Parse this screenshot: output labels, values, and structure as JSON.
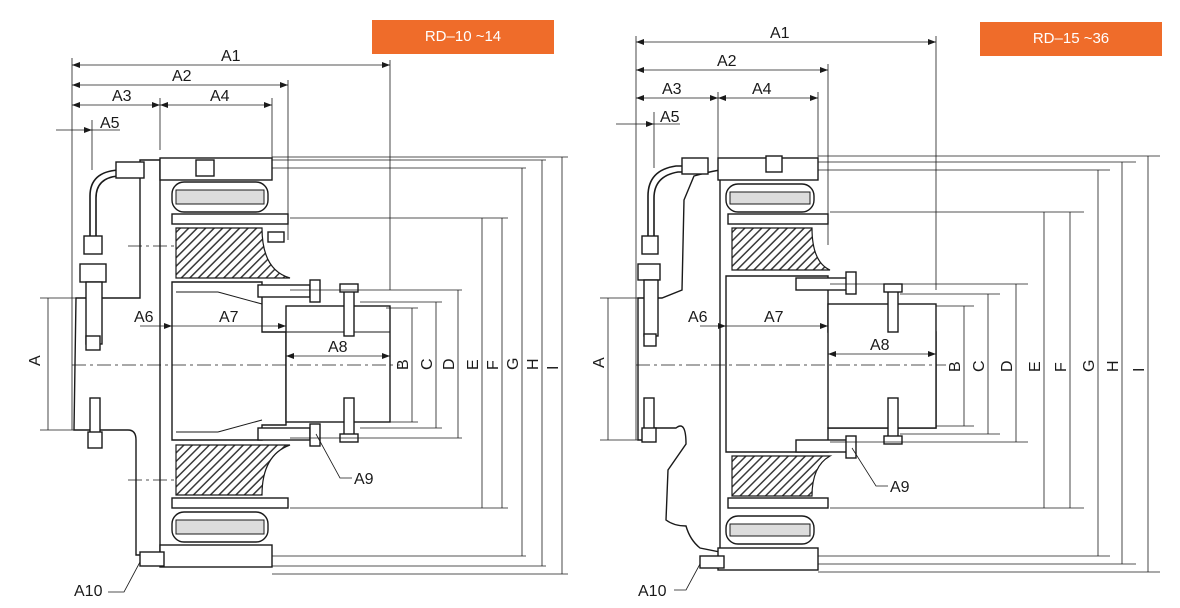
{
  "models": [
    {
      "title": "RD–10 ~14",
      "labels": {
        "A1": "A1",
        "A2": "A2",
        "A3": "A3",
        "A4": "A4",
        "A5": "A5",
        "A6": "A6",
        "A7": "A7",
        "A8": "A8",
        "A9": "A9",
        "A10": "A10",
        "A": "A",
        "B": "B",
        "C": "C",
        "D": "D",
        "E": "E",
        "F": "F",
        "G": "G",
        "H": "H",
        "I": "I"
      }
    },
    {
      "title": "RD–15 ~36",
      "labels": {
        "A1": "A1",
        "A2": "A2",
        "A3": "A3",
        "A4": "A4",
        "A5": "A5",
        "A6": "A6",
        "A7": "A7",
        "A8": "A8",
        "A9": "A9",
        "A10": "A10",
        "A": "A",
        "B": "B",
        "C": "C",
        "D": "D",
        "E": "E",
        "F": "F",
        "G": "G",
        "H": "H",
        "I": "I"
      }
    }
  ],
  "colors": {
    "badge": "#ef6c2a",
    "badge_text": "#ffffff",
    "line": "#1a1a1a",
    "hatch": "#3a3a3a"
  }
}
